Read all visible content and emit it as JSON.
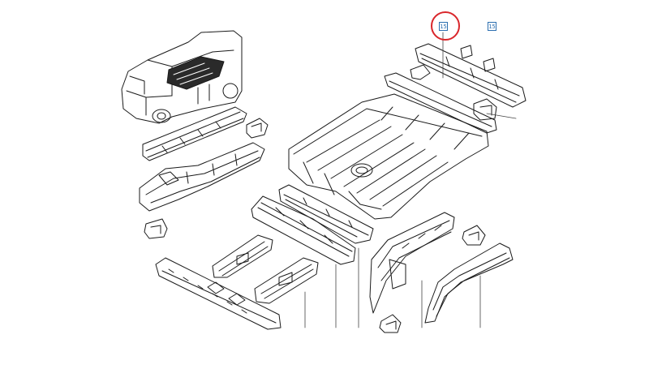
{
  "callouts": [
    {
      "id": "callout-a",
      "label": "15",
      "highlighted": true
    },
    {
      "id": "callout-b",
      "label": "15",
      "highlighted": false
    }
  ],
  "colors": {
    "line": "#1a1a1a",
    "callout": "#2c6fb0",
    "highlight": "#d9262b",
    "background": "#ffffff"
  }
}
